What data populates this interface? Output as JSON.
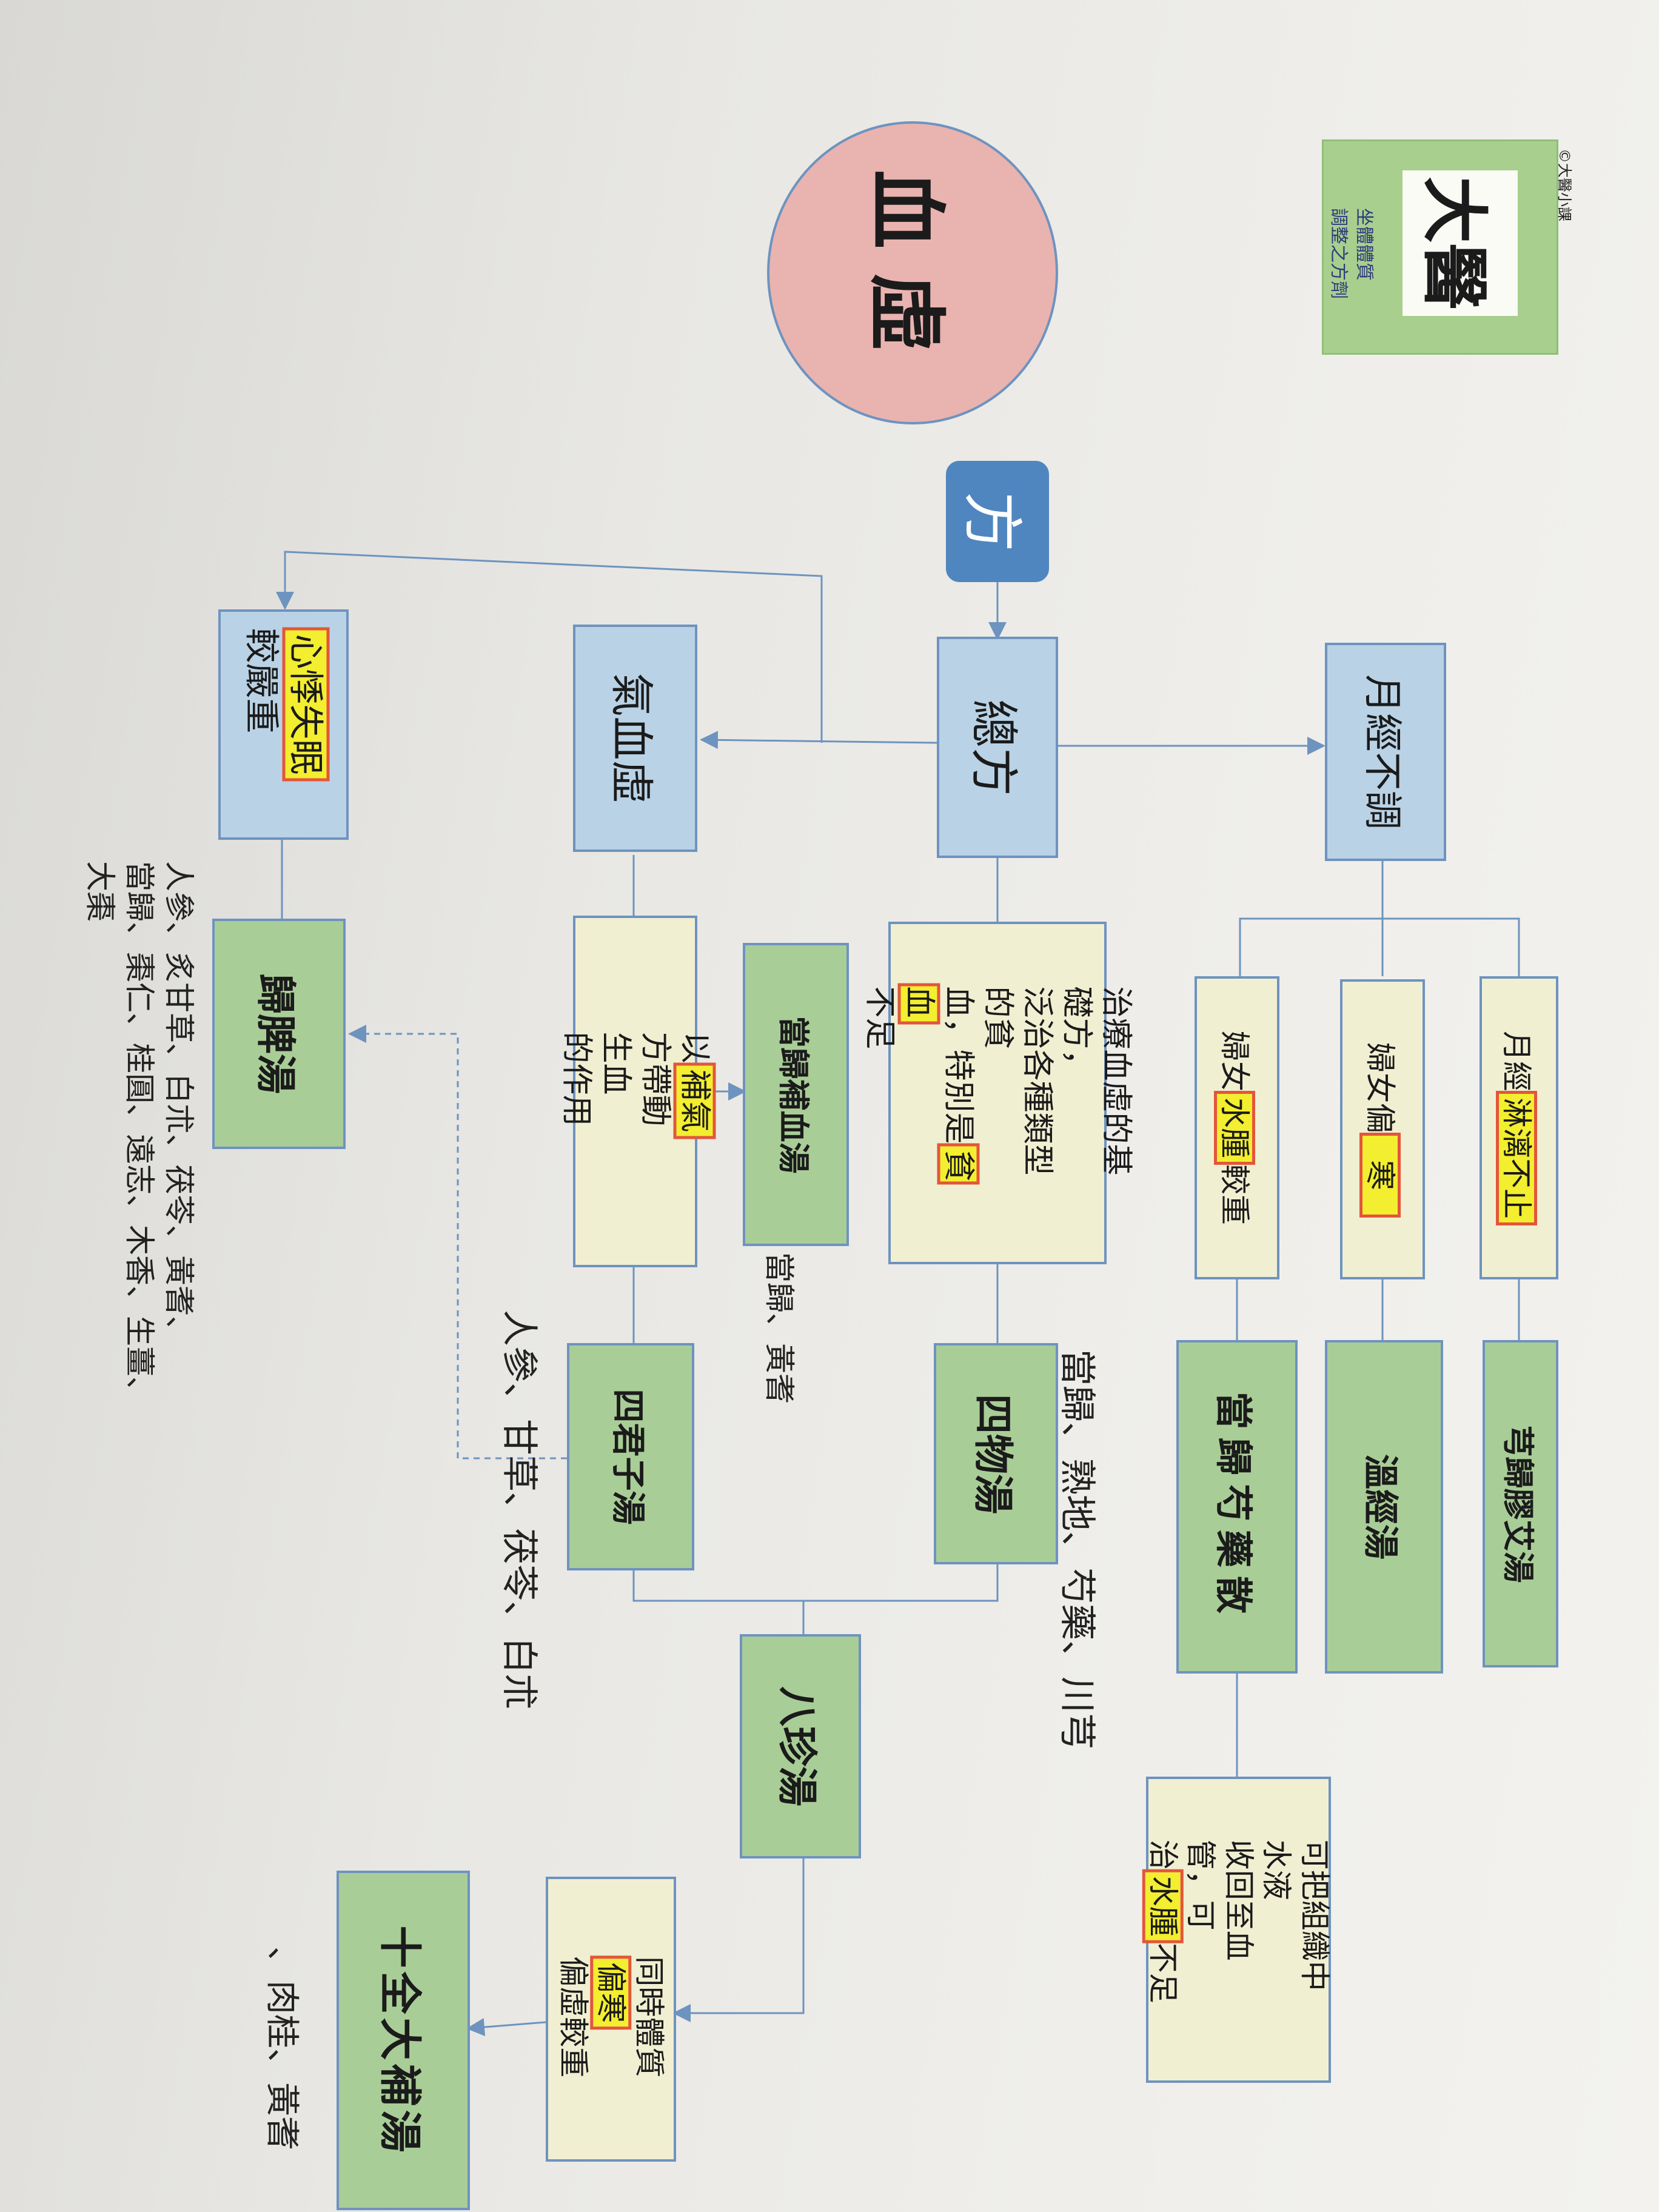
{
  "logo": {
    "brand": "©大醫小課",
    "text": "大醫",
    "sub1": "坐體體質",
    "sub2": "調整之方劑"
  },
  "title": "血虛",
  "fang": "方",
  "nodes": {
    "zongfang": "總方",
    "yuejing": "月經不調",
    "qixue": "氣血虛",
    "jiaoyan": "較嚴重",
    "jiaoyan_hl": "心悸失眠",
    "desc_zong_a": "治療血虛的基礎方，",
    "desc_zong_b": "泛治各種類型的貧",
    "desc_zong_c": "血，特別是",
    "desc_zong_hl": "貧血",
    "desc_zong_d": "不足",
    "desc_buqi_a": "以",
    "desc_buqi_hl": "補氣",
    "desc_buqi_b": "方帶動生血",
    "desc_buqi_c": "的作用",
    "yuejing_a": "月經",
    "yuejing_hl": "淋漓不止",
    "funu_han_a": "婦女偏",
    "funu_han_hl": "寒",
    "funu_shi_a": "婦女",
    "funu_shi_hl": "水腫",
    "funu_shi_b": "較重",
    "shuiye_a": "可把組織中水液",
    "shuiye_b": "收回至血管，可",
    "shuiye_c": "治",
    "shuiye_hl": "水腫",
    "shuiye_d": "不足",
    "tongshi_a": "同時體質",
    "tongshi_hl": "偏寒",
    "tongshi_b": "偏虛較重"
  },
  "formulas": {
    "xiongui": "芎歸膠艾湯",
    "wenjing": "溫經湯",
    "danggui_shaoyao": "當歸芍藥散",
    "siwu": "四物湯",
    "danggui_buxue": "當歸補血湯",
    "sijunzi": "四君子湯",
    "guipi": "歸脾湯",
    "bazhen": "八珍湯",
    "shiquan": "十全大補湯"
  },
  "ingredients": {
    "siwu": "當歸、熟地、芍藥、川芎",
    "danggui_buxue": "當歸、黃耆",
    "sijunzi": "人參、甘草、茯苓、白朮",
    "guipi_1": "人參、炙甘草、白朮、茯苓、黃耆、",
    "guipi_2": "當歸、棗仁、桂圓、遠志、木香、生薑、",
    "guipi_3": "大棗",
    "shiquan": "、肉桂、黃耆"
  },
  "colors": {
    "blue_box": "#b9d2e6",
    "green_box": "#a9cd97",
    "cream_box": "#f1efd2",
    "highlight": "#f3ee2f",
    "circle": "#e9b3b0",
    "line": "#6e93bf"
  }
}
